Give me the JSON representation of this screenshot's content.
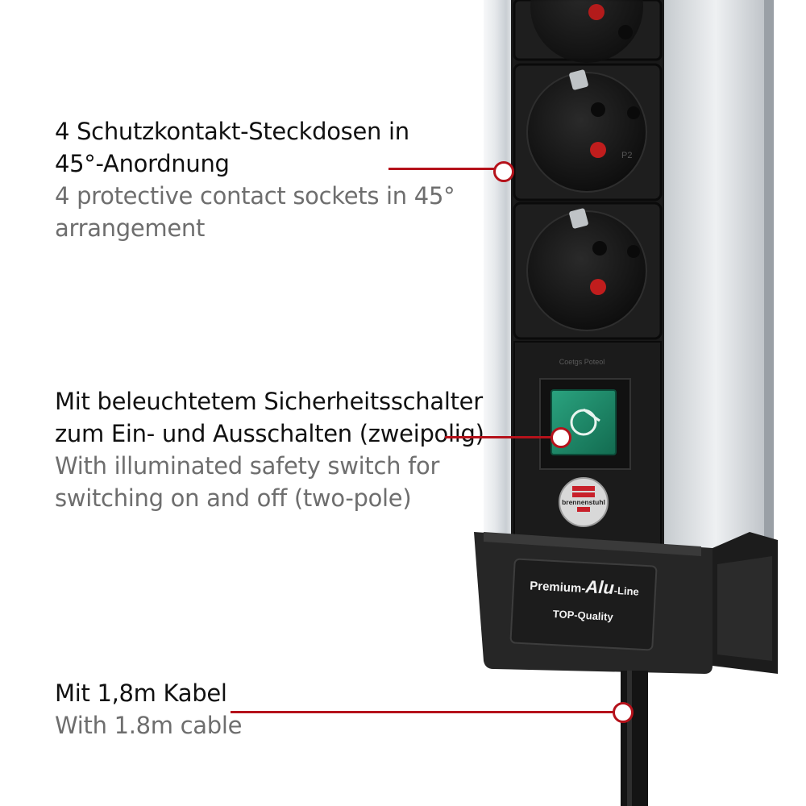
{
  "features": [
    {
      "id": "sockets",
      "de": [
        "4 Schutzkontakt-Steckdosen in",
        "45°-Anordnung"
      ],
      "en": [
        "4 protective contact sockets in 45°",
        "arrangement"
      ]
    },
    {
      "id": "switch",
      "de": [
        "Mit beleuchtetem Sicherheitsschalter",
        "zum Ein- und Ausschalten (zweipolig)"
      ],
      "en": [
        "With illuminated safety switch for",
        "switching on and off (two-pole)"
      ]
    },
    {
      "id": "cable",
      "de": [
        "Mit 1,8m Kabel"
      ],
      "en": [
        "With 1.8m cable"
      ]
    }
  ],
  "product": {
    "brand": "brennenstuhl",
    "switch_caption": "Coetgs Poteol",
    "label_line1_a": "Premium-",
    "label_line1_b": "Alu",
    "label_line1_c": "-Line",
    "label_line2": "TOP-Quality"
  },
  "colors": {
    "accent": "#b5121b",
    "socket_black": "#1c1c1c",
    "aluminium": "#dfe3e6",
    "switch_green": "#1f8a6a"
  }
}
